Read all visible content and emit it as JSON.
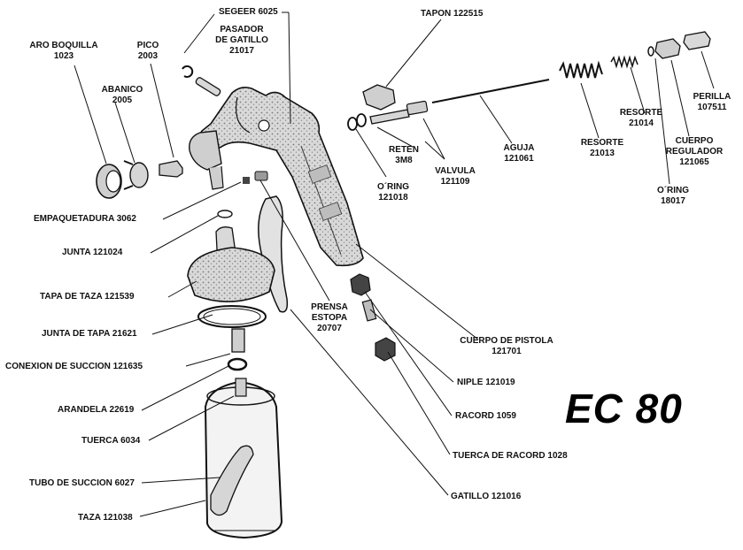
{
  "title": "EC 80",
  "parts": {
    "aro_boquilla": {
      "name": "ARO BOQUILLA",
      "code": "1023"
    },
    "pico": {
      "name": "PICO",
      "code": "2003"
    },
    "abanico": {
      "name": "ABANICO",
      "code": "2005"
    },
    "segeer": {
      "label": "SEGEER 6025"
    },
    "pasador": {
      "line1": "PASADOR",
      "line2": "DE GATILLO",
      "code": "21017"
    },
    "tapon": {
      "label": "TAPON 122515"
    },
    "perilla": {
      "name": "PERILLA",
      "code": "107511"
    },
    "resorte_21014": {
      "name": "RESORTE",
      "code": "21014"
    },
    "cuerpo_regulador": {
      "line1": "CUERPO",
      "line2": "REGULADOR",
      "code": "121065"
    },
    "oring_18017": {
      "name": "O´RING",
      "code": "18017"
    },
    "resorte_21013": {
      "name": "RESORTE",
      "code": "21013"
    },
    "aguja": {
      "name": "AGUJA",
      "code": "121061"
    },
    "reten": {
      "name": "RETEN",
      "code": "3M8"
    },
    "valvula": {
      "name": "VALVULA",
      "code": "121109"
    },
    "oring_121018": {
      "name": "O´RING",
      "code": "121018"
    },
    "empaquetadura": {
      "label": "EMPAQUETADURA 3062"
    },
    "junta_121024": {
      "label": "JUNTA 121024"
    },
    "tapa_taza": {
      "label": "TAPA DE TAZA 121539"
    },
    "prensa_estopa": {
      "line1": "PRENSA",
      "line2": "ESTOPA",
      "code": "20707"
    },
    "junta_tapa": {
      "label": "JUNTA DE TAPA 21621"
    },
    "conexion_succion": {
      "label": "CONEXION DE SUCCION 121635"
    },
    "arandela": {
      "label": "ARANDELA 22619"
    },
    "tuerca": {
      "label": "TUERCA 6034"
    },
    "tubo_succion": {
      "label": "TUBO DE SUCCION 6027"
    },
    "taza": {
      "label": "TAZA 121038"
    },
    "cuerpo_pistola": {
      "name": "CUERPO DE PISTOLA",
      "code": "121701"
    },
    "niple": {
      "label": "NIPLE 121019"
    },
    "racord": {
      "label": "RACORD 1059"
    },
    "tuerca_racord": {
      "label": "TUERCA DE RACORD 1028"
    },
    "gatillo": {
      "label": "GATILLO 121016"
    }
  }
}
